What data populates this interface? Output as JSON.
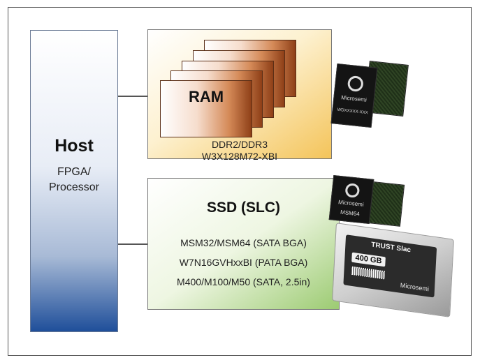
{
  "host": {
    "title": "Host",
    "line1": "FPGA/",
    "line2": "Processor"
  },
  "ram": {
    "title": "RAM",
    "line1": "DDR2/DDR3",
    "line2": "W3X128M72-XBI",
    "chip_marking": "WDXXXXX-XXX"
  },
  "ssd": {
    "title": "SSD (SLC)",
    "lines": [
      "MSM32/MSM64 (SATA BGA)",
      "W7N16GVHxxBI (PATA BGA)",
      "M400/M100/M50 (SATA, 2.5in)"
    ],
    "chip_marking": "MSM64",
    "drive_brand": "TRUST Slac",
    "drive_capacity": "400 GB"
  },
  "brand": "Microsemi",
  "colors": {
    "host_gradient_bottom": "#1f4f9a",
    "ram_box": "#f4c45a",
    "ram_card": "#8e3f17",
    "ssd_box": "#9ccb72"
  }
}
